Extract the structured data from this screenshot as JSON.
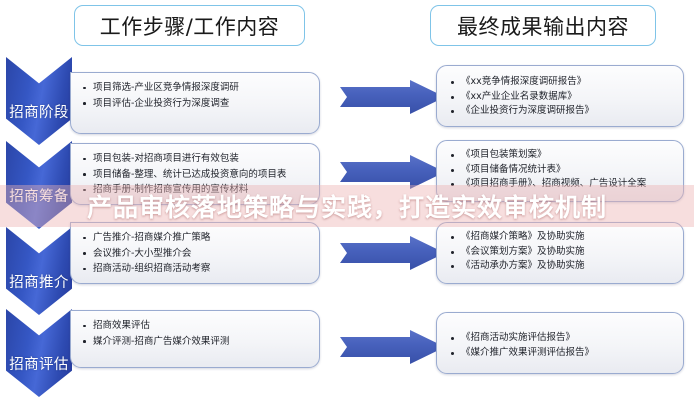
{
  "headers": {
    "left": "工作步骤/工作内容",
    "right": "最终成果输出内容"
  },
  "stages": [
    {
      "label": "招商阶段"
    },
    {
      "label": "招商筹备"
    },
    {
      "label": "招商推介"
    },
    {
      "label": "招商评估"
    }
  ],
  "steps": [
    {
      "items": [
        "项目筛选-产业区竞争情报深度调研",
        "项目评估-企业投资行为深度调查"
      ]
    },
    {
      "items": [
        "项目包装-对招商项目进行有效包装",
        "项目储备-整理、统计已达成投资意向的项目表",
        "招商手册-制作招商宣传用的宣传材料"
      ]
    },
    {
      "items": [
        "广告推介-招商媒介推广策略",
        "会议推介-大小型推介会",
        "招商活动-组织招商活动考察"
      ]
    },
    {
      "items": [
        "招商效果评估",
        "媒介评测-招商广告媒介效果评测"
      ]
    }
  ],
  "outputs": [
    {
      "items": [
        "《xx竞争情报深度调研报告》",
        "《xx产业企业名录数据库》",
        "《企业投资行为深度调研报告》"
      ]
    },
    {
      "items": [
        "《项目包装策划案》",
        "《项目储备情况统计表》",
        "《项目招商手册》、招商视频、广告设计全案"
      ]
    },
    {
      "items": [
        "《招商媒介策略》及协助实施",
        "《会议策划方案》及协助实施",
        "《活动承办方案》及协助实施"
      ]
    },
    {
      "items": [
        "《招商活动实施评估报告》",
        "《媒介推广效果评测评估报告》"
      ]
    }
  ],
  "overlay": {
    "text": "产品审核落地策略与实践，打造实效审核机制"
  },
  "colors": {
    "chevron": "#3557C4",
    "arrow": "#4862BD",
    "header_border": "#7FC4E8",
    "card_border": "#9AABD0",
    "overlay_band": "#ECB0B0"
  }
}
